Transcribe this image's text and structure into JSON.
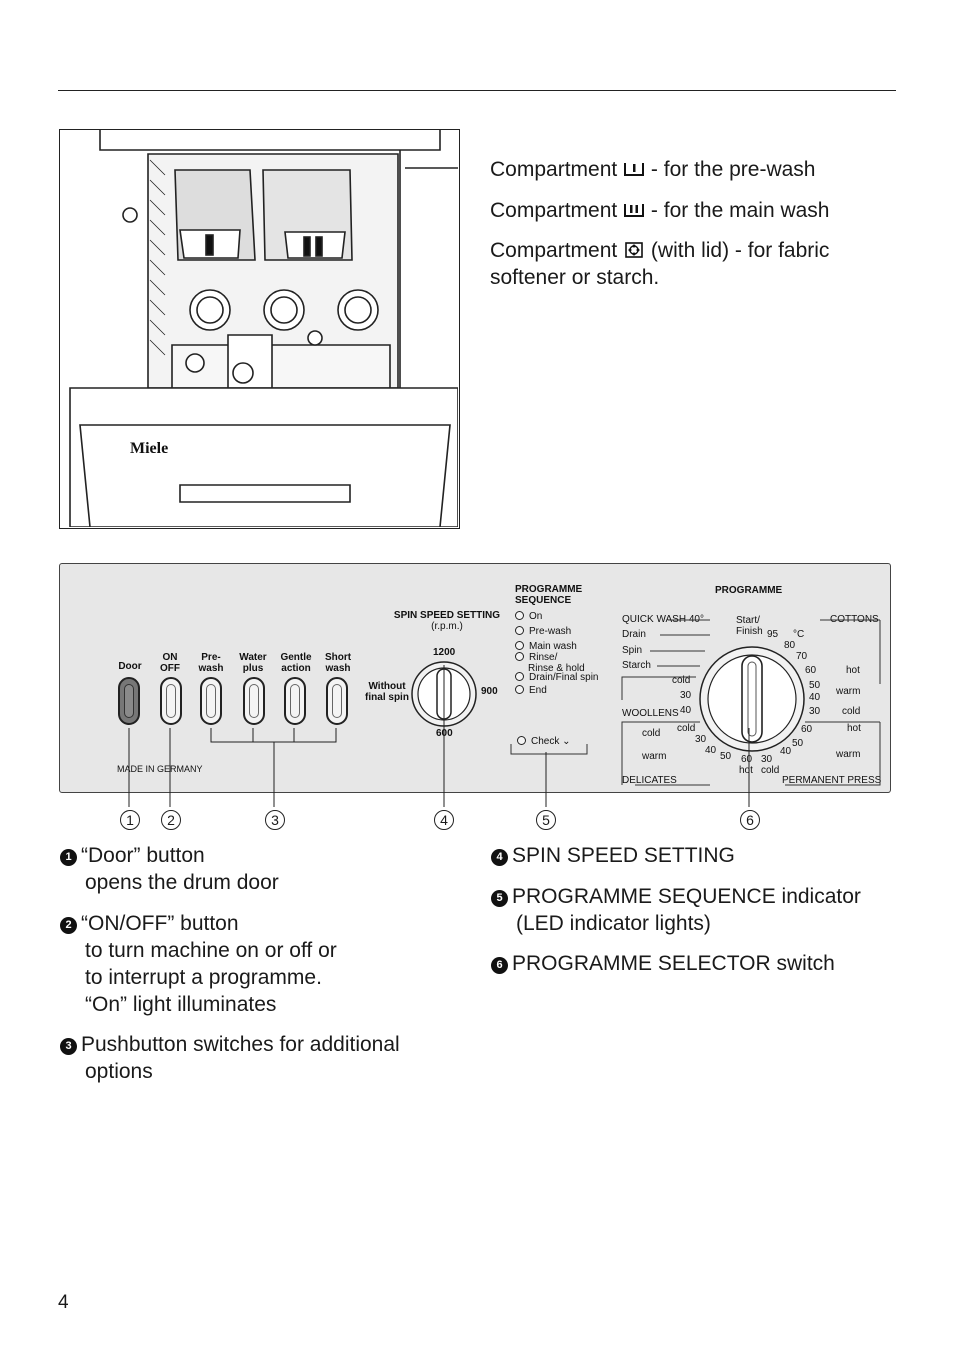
{
  "compartments": {
    "prewash": {
      "prefix": "Compartment",
      "suffix": "- for the pre-wash"
    },
    "mainwash": {
      "prefix": "Compartment",
      "suffix": "- for the main wash"
    },
    "softener": {
      "prefix": "Compartment",
      "suffix": "(with lid) - for fabric",
      "line2": "softener or starch."
    }
  },
  "illustration": {
    "brand": "Miele"
  },
  "panel": {
    "buttons": {
      "door": "Door",
      "onoff_1": "ON",
      "onoff_2": "OFF",
      "prewash_1": "Pre-",
      "prewash_2": "wash",
      "waterplus_1": "Water",
      "waterplus_2": "plus",
      "gentle_1": "Gentle",
      "gentle_2": "action",
      "short_1": "Short",
      "short_2": "wash"
    },
    "made_in": "MADE IN GERMANY",
    "spin": {
      "title_1": "SPIN SPEED SETTING",
      "title_2": "(r.p.m.)",
      "v1200": "1200",
      "v900": "900",
      "v600": "600",
      "without_1": "Without",
      "without_2": "final spin"
    },
    "sequence": {
      "title_1": "PROGRAMME",
      "title_2": "SEQUENCE",
      "on": "On",
      "prewash": "Pre-wash",
      "mainwash": "Main wash",
      "rinse_1": "Rinse/",
      "rinse_2": "Rinse & hold",
      "drain": "Drain/Final spin",
      "end": "End",
      "check": "Check"
    },
    "programme": {
      "title": "PROGRAMME",
      "quick": "QUICK WASH 40°",
      "drain": "Drain",
      "spin": "Spin",
      "starch": "Starch",
      "start_1": "Start/",
      "start_2": "Finish",
      "cottons": "COTTONS",
      "t95": "95",
      "tc": "°C",
      "t80": "80",
      "t70": "70",
      "c60": "60",
      "c50": "50",
      "c40": "40",
      "c30": "30",
      "c_hot": "hot",
      "c_warm": "warm",
      "c_cold": "cold",
      "wool_cold": "cold",
      "wool_30": "30",
      "wool_40": "40",
      "woollens": "WOOLLENS",
      "del_cold": "cold",
      "del_cold2": "cold",
      "del_30": "30",
      "del_warm": "warm",
      "del_40": "40",
      "del_50": "50",
      "del_60": "60",
      "del_hot": "hot",
      "delicates": "DELICATES",
      "pp_60": "60",
      "pp_hot": "hot",
      "pp_50": "50",
      "pp_40": "40",
      "pp_warm": "warm",
      "pp_30": "30",
      "pp_cold": "cold",
      "perm": "PERMANENT PRESS"
    }
  },
  "callouts": [
    "1",
    "2",
    "3",
    "4",
    "5",
    "6"
  ],
  "descriptions": {
    "d1": {
      "num": "1",
      "line1": "“Door” button",
      "line2": "opens the drum door"
    },
    "d2": {
      "num": "2",
      "line1": "“ON/OFF” button",
      "line2": "to turn machine on or off or",
      "line3": "to interrupt a programme.",
      "line4": "“On” light illuminates"
    },
    "d3": {
      "num": "3",
      "line1": "Pushbutton switches for additional",
      "line2": "options"
    },
    "d4": {
      "num": "4",
      "line1": "SPIN SPEED SETTING"
    },
    "d5": {
      "num": "5",
      "line1": "PROGRAMME SEQUENCE indicator",
      "line2": "(LED indicator lights)"
    },
    "d6": {
      "num": "6",
      "line1": "PROGRAMME SELECTOR switch"
    }
  },
  "page_number": "4"
}
